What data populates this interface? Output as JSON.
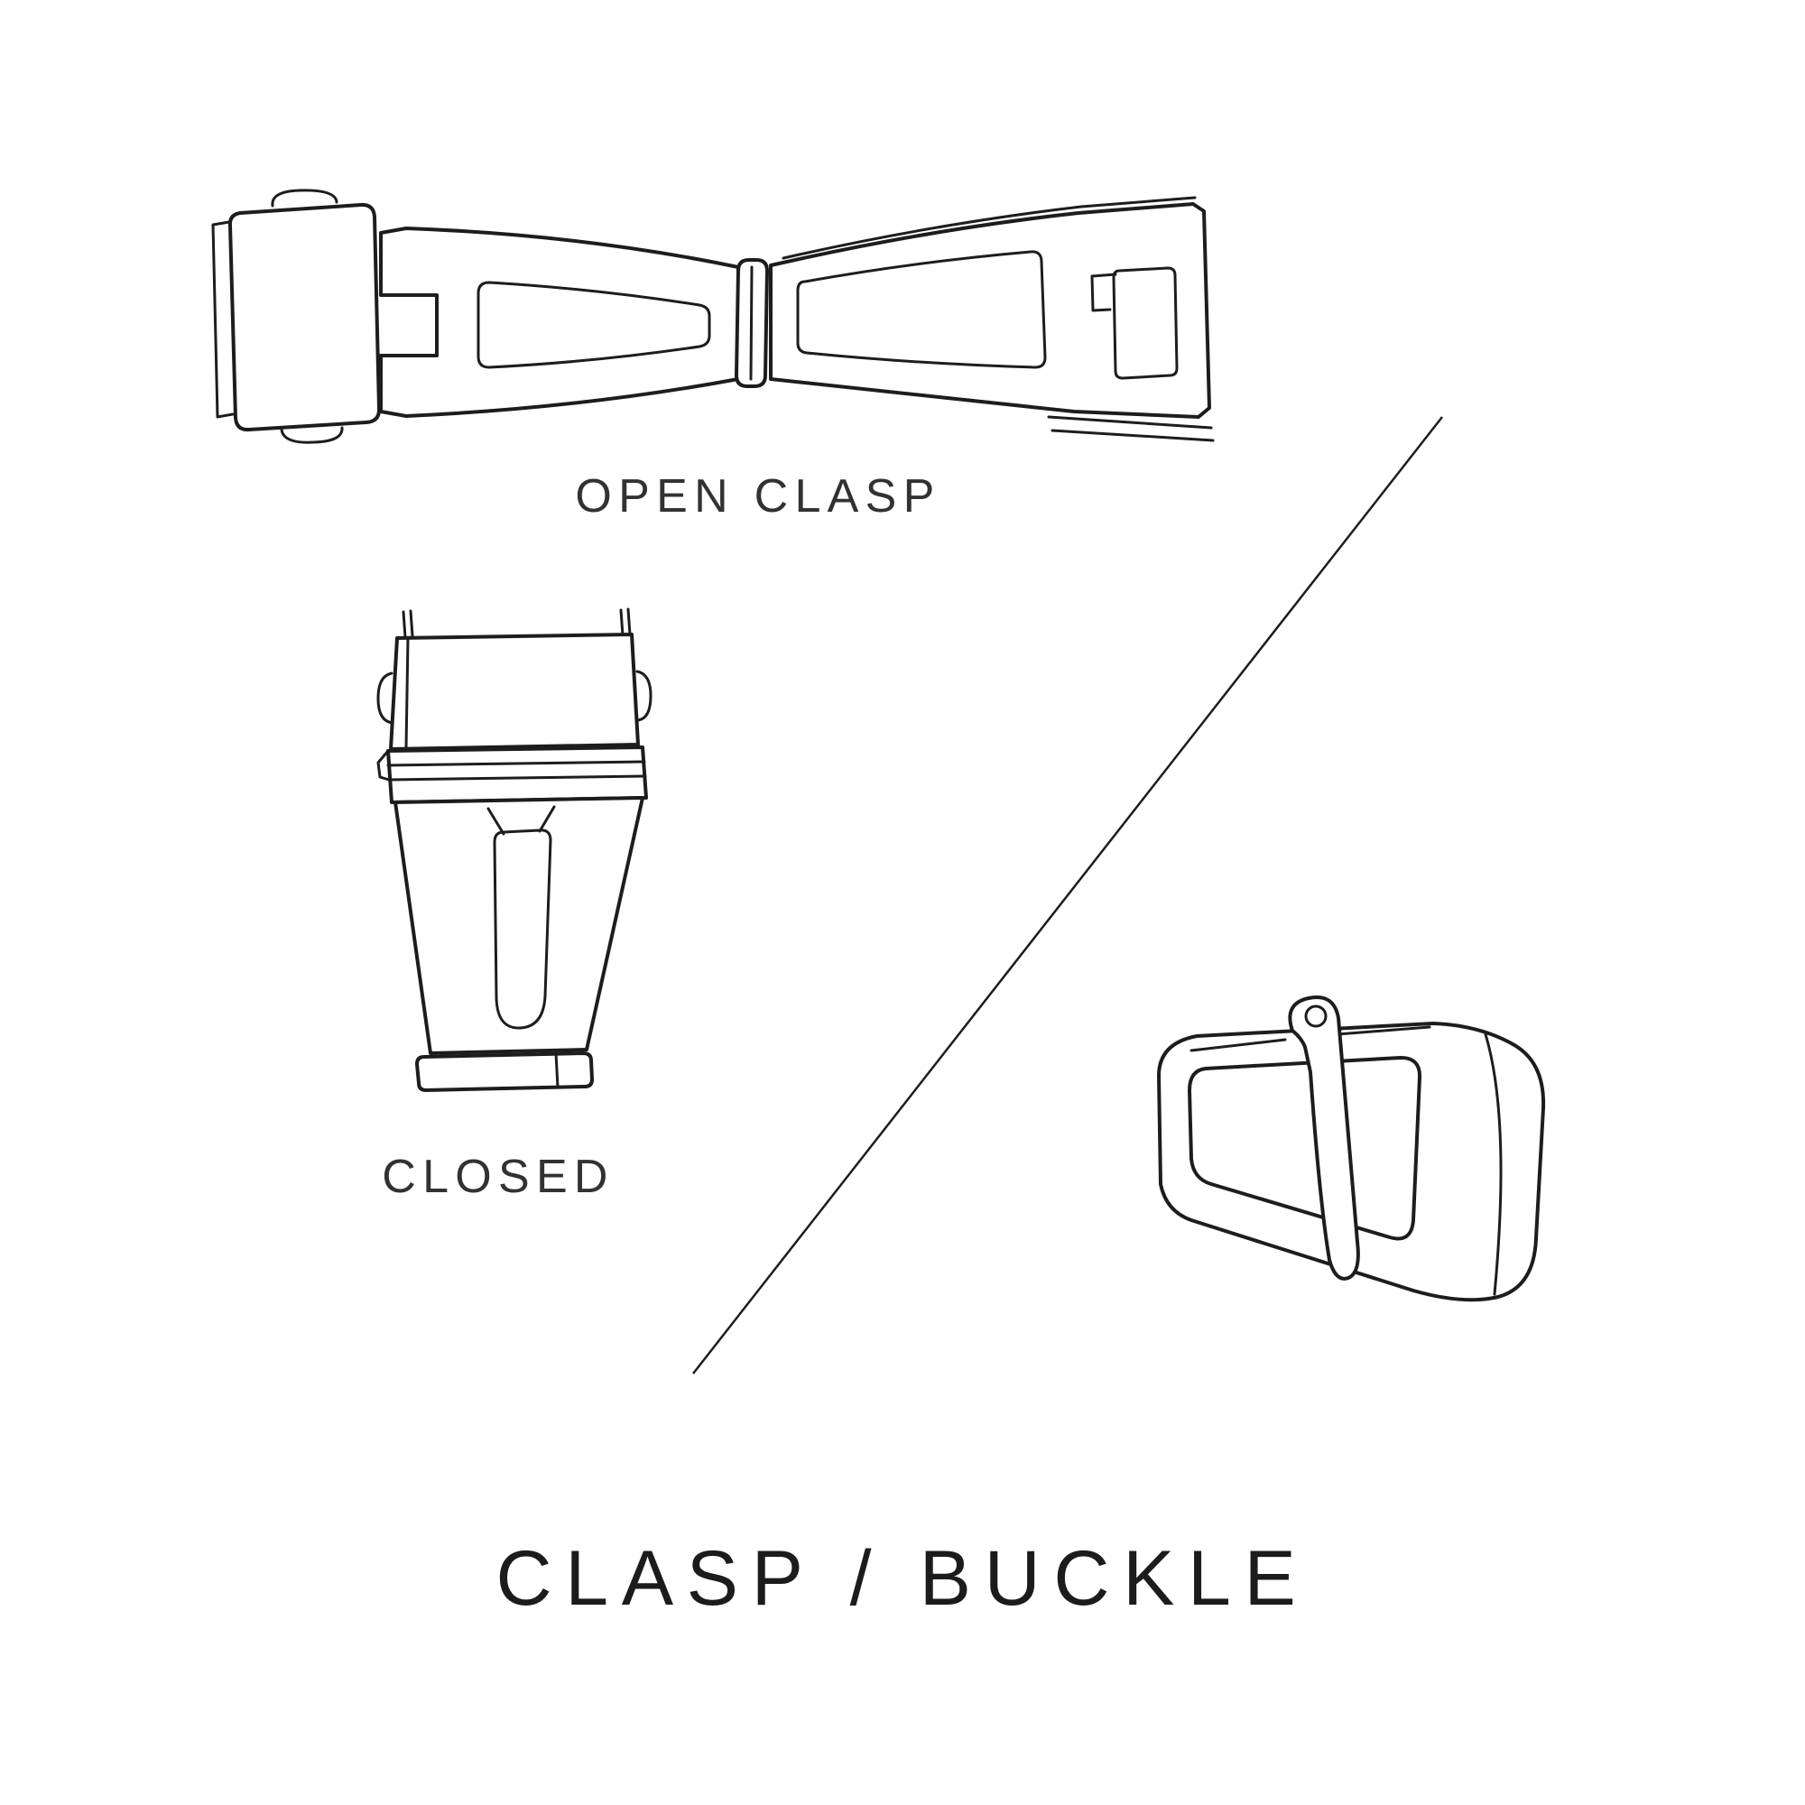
{
  "canvas": {
    "background_color": "#ffffff",
    "stroke_color": "#1d1d1d",
    "label_color": "#323232",
    "title_color": "#1c1c1c"
  },
  "diagram": {
    "title": "CLASP / BUCKLE",
    "labels": {
      "open_clasp": "OPEN CLASP",
      "closed": "CLOSED"
    },
    "figures": [
      {
        "name": "open-clasp-drawing",
        "caption": "OPEN CLASP"
      },
      {
        "name": "closed-clasp-drawing",
        "caption": "CLOSED"
      },
      {
        "name": "buckle-drawing",
        "caption": ""
      }
    ]
  }
}
